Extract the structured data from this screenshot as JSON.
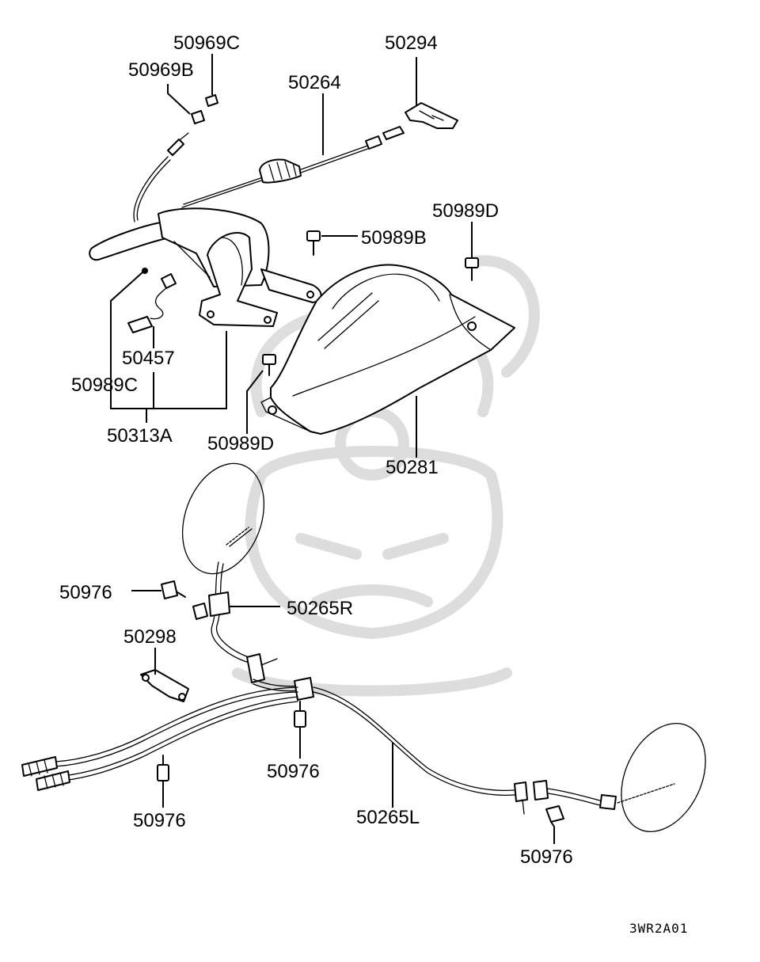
{
  "labels": {
    "p50969C": "50969C",
    "p50969B": "50969B",
    "p50294": "50294",
    "p50264": "50264",
    "p50989D_top": "50989D",
    "p50989B": "50989B",
    "p50457": "50457",
    "p50989C": "50989C",
    "p50313A": "50313A",
    "p50989D_mid": "50989D",
    "p50281": "50281",
    "p50976_left": "50976",
    "p50265R": "50265R",
    "p50298": "50298",
    "p50976_center": "50976",
    "p50976_bottom_left": "50976",
    "p50265L": "50265L",
    "p50976_right": "50976"
  },
  "diagram_code": "3WR2A01"
}
